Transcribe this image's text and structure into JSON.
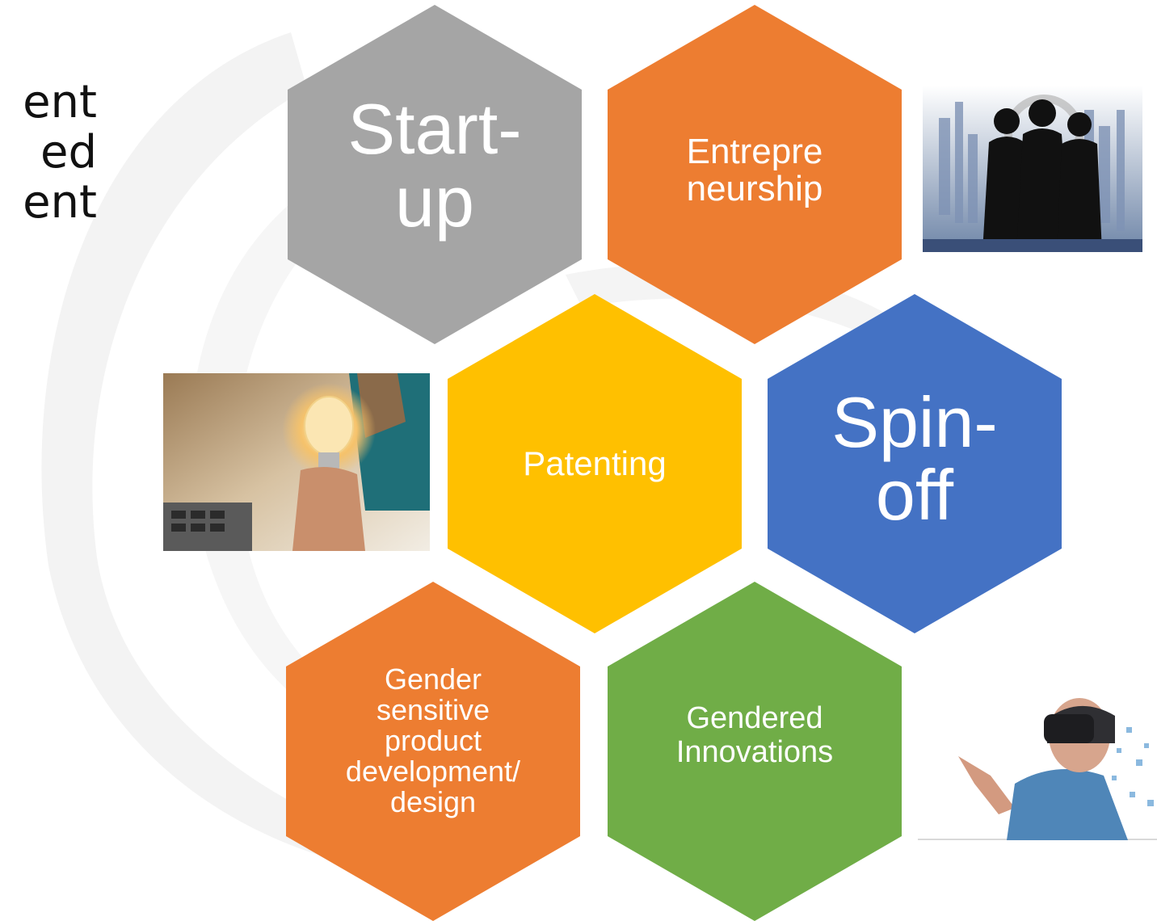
{
  "left_text": [
    "ent",
    "ed",
    "ent"
  ],
  "colors": {
    "grey": "#a5a5a5",
    "orange": "#ed7d31",
    "yellow": "#ffc000",
    "blue": "#4472c4",
    "green": "#70ad47"
  },
  "hexagons": {
    "startup": "Start-\nup",
    "entrepreneurship": "Entrepre\nneurship",
    "patenting": "Patenting",
    "spinoff": "Spin-\noff",
    "gender_sensitive": "Gender\nsensitive\nproduct\ndevelopment/\ndesign",
    "gendered_innovations": "Gendered\nInnovations"
  },
  "images": {
    "businesswomen": "businesswomen-silhouette-image",
    "lightbulb": "hand-holding-lightbulb-image",
    "vr": "woman-vr-headset-image"
  }
}
